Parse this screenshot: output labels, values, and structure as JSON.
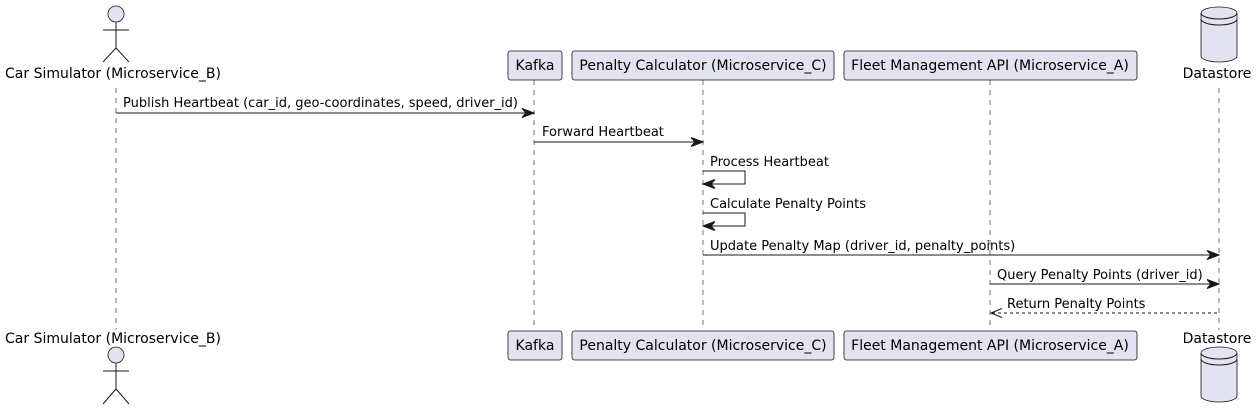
{
  "participants": {
    "car_simulator": "Car Simulator (Microservice_B)",
    "kafka": "Kafka",
    "penalty_calculator": "Penalty Calculator (Microservice_C)",
    "fleet_api": "Fleet Management API (Microservice_A)",
    "datastore": "Datastore"
  },
  "messages": [
    {
      "from": "car_simulator",
      "to": "kafka",
      "label": "Publish Heartbeat (car_id, geo-coordinates, speed, driver_id)",
      "style": "sync"
    },
    {
      "from": "kafka",
      "to": "penalty_calculator",
      "label": "Forward Heartbeat",
      "style": "sync"
    },
    {
      "from": "penalty_calculator",
      "to": "penalty_calculator",
      "label": "Process Heartbeat",
      "style": "self"
    },
    {
      "from": "penalty_calculator",
      "to": "penalty_calculator",
      "label": "Calculate Penalty Points",
      "style": "self"
    },
    {
      "from": "penalty_calculator",
      "to": "datastore",
      "label": "Update Penalty Map (driver_id, penalty_points)",
      "style": "sync"
    },
    {
      "from": "fleet_api",
      "to": "datastore",
      "label": "Query Penalty Points (driver_id)",
      "style": "sync"
    },
    {
      "from": "datastore",
      "to": "fleet_api",
      "label": "Return Penalty Points",
      "style": "return"
    }
  ]
}
